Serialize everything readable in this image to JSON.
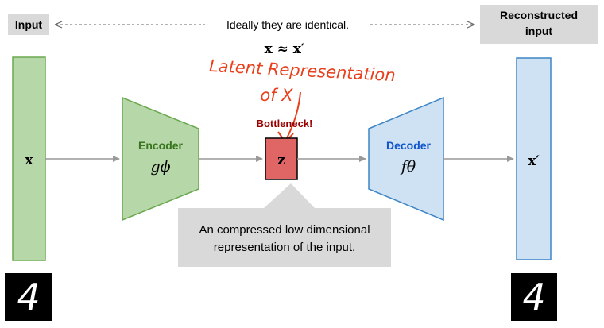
{
  "labels": {
    "input": "Input",
    "reconstructed_line1": "Reconstructed",
    "reconstructed_line2": "input",
    "ideal": "Ideally they are identical.",
    "equation": "x ≈ x′",
    "annotation_line1": "Latent Representation",
    "annotation_line2": "of X",
    "bottleneck": "Bottleneck!",
    "encoder": "Encoder",
    "encoder_fn": "gϕ",
    "decoder": "Decoder",
    "decoder_fn": "fθ",
    "x": "x",
    "z": "z",
    "x_prime": "x′",
    "callout_line1": "An compressed low dimensional",
    "callout_line2": "representation of the input."
  },
  "digits": {
    "input": "4",
    "output": "4"
  },
  "colors": {
    "green_fill": "#b6d7a8",
    "green_stroke": "#6aa84f",
    "green_text": "#38761d",
    "blue_fill": "#cfe2f3",
    "blue_stroke": "#3d85c6",
    "blue_text": "#1155cc",
    "z_fill": "#e06666",
    "z_stroke": "#000000",
    "bottleneck_text": "#990000",
    "annotation": "#e8401c",
    "gray_box": "#d9d9d9",
    "arrow": "#999999"
  }
}
